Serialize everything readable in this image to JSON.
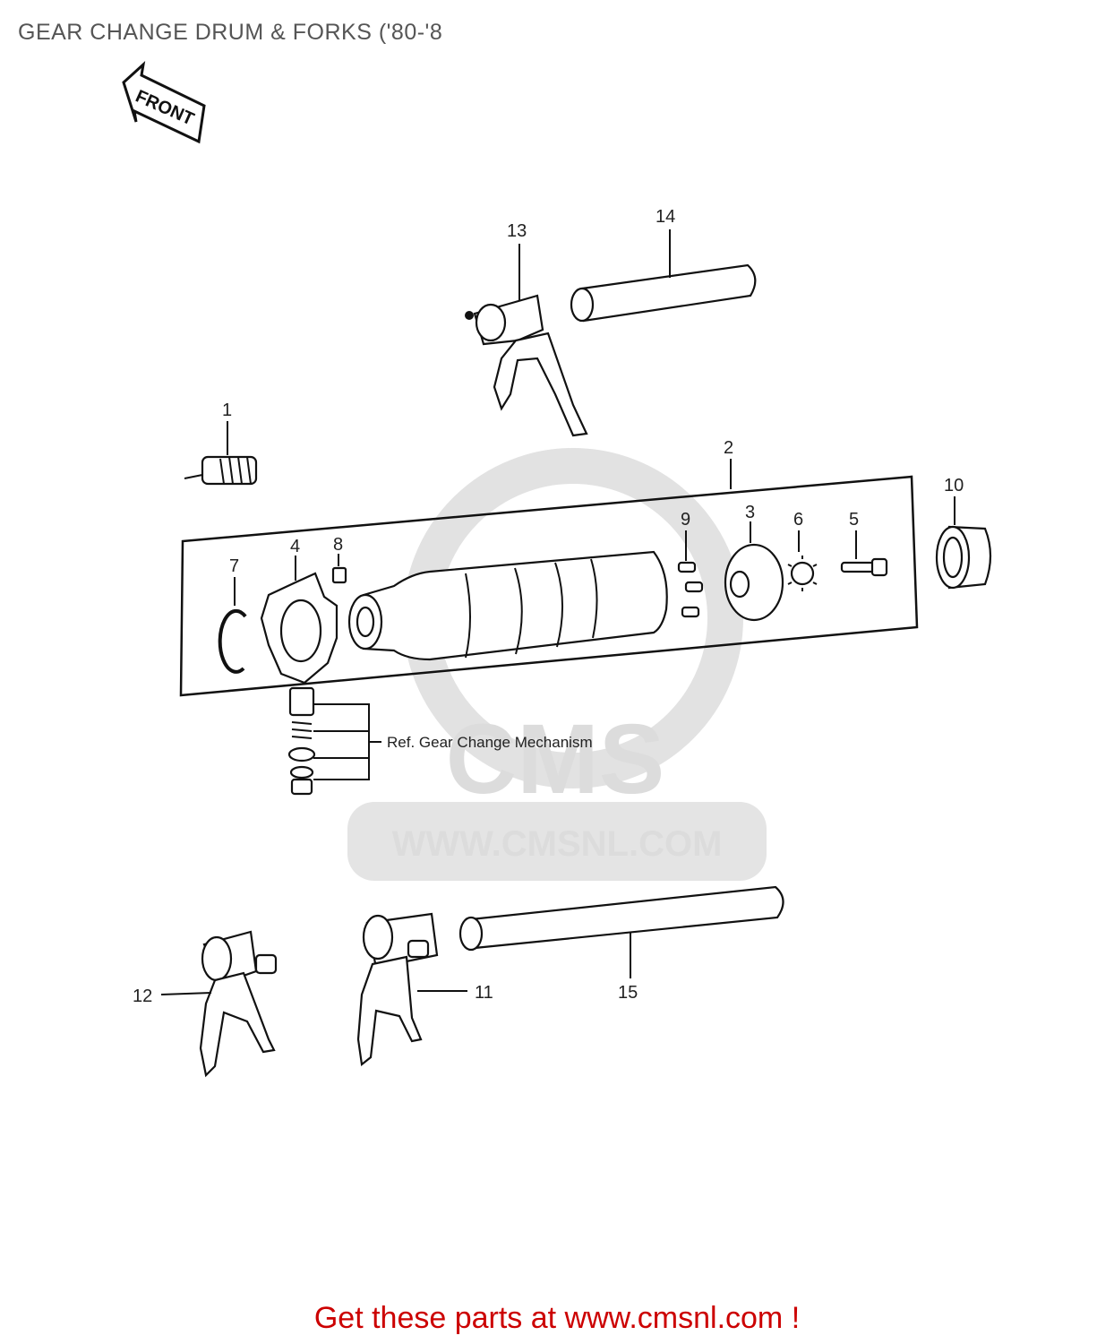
{
  "header": {
    "title": "GEAR CHANGE DRUM & FORKS ('80-'8"
  },
  "direction_arrow": {
    "label": "FRONT"
  },
  "callouts": {
    "c1": "1",
    "c2": "2",
    "c3": "3",
    "c4": "4",
    "c5": "5",
    "c6": "6",
    "c7": "7",
    "c8": "8",
    "c9": "9",
    "c10": "10",
    "c11": "11",
    "c12": "12",
    "c13": "13",
    "c14": "14",
    "c15": "15"
  },
  "reference_note": "Ref. Gear Change Mechanism",
  "watermark": {
    "brand": "CMS",
    "url": "WWW.CMSNL.COM"
  },
  "footer": {
    "cta": "Get these parts at www.cmsnl.com !"
  },
  "colors": {
    "cta": "#cc0000",
    "title": "#555555",
    "watermark": "#dcdcdc"
  }
}
